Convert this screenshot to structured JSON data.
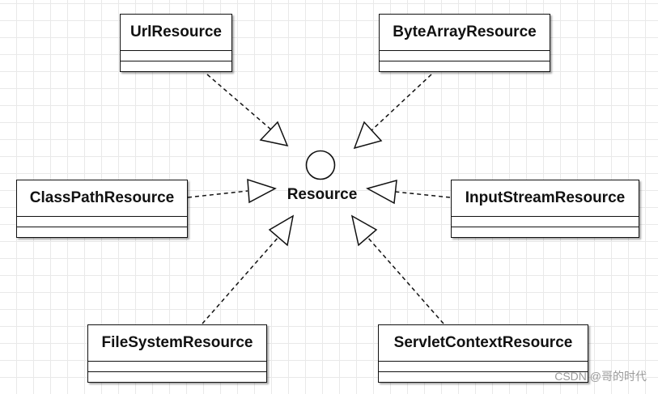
{
  "interface": {
    "name": "Resource"
  },
  "classes": [
    {
      "key": "url",
      "name": "UrlResource"
    },
    {
      "key": "bytearray",
      "name": "ByteArrayResource"
    },
    {
      "key": "classpath",
      "name": "ClassPathResource"
    },
    {
      "key": "inputstream",
      "name": "InputStreamResource"
    },
    {
      "key": "filesystem",
      "name": "FileSystemResource"
    },
    {
      "key": "servletcontext",
      "name": "ServletContextResource"
    }
  ],
  "watermark": "CSDN @哥的时代"
}
